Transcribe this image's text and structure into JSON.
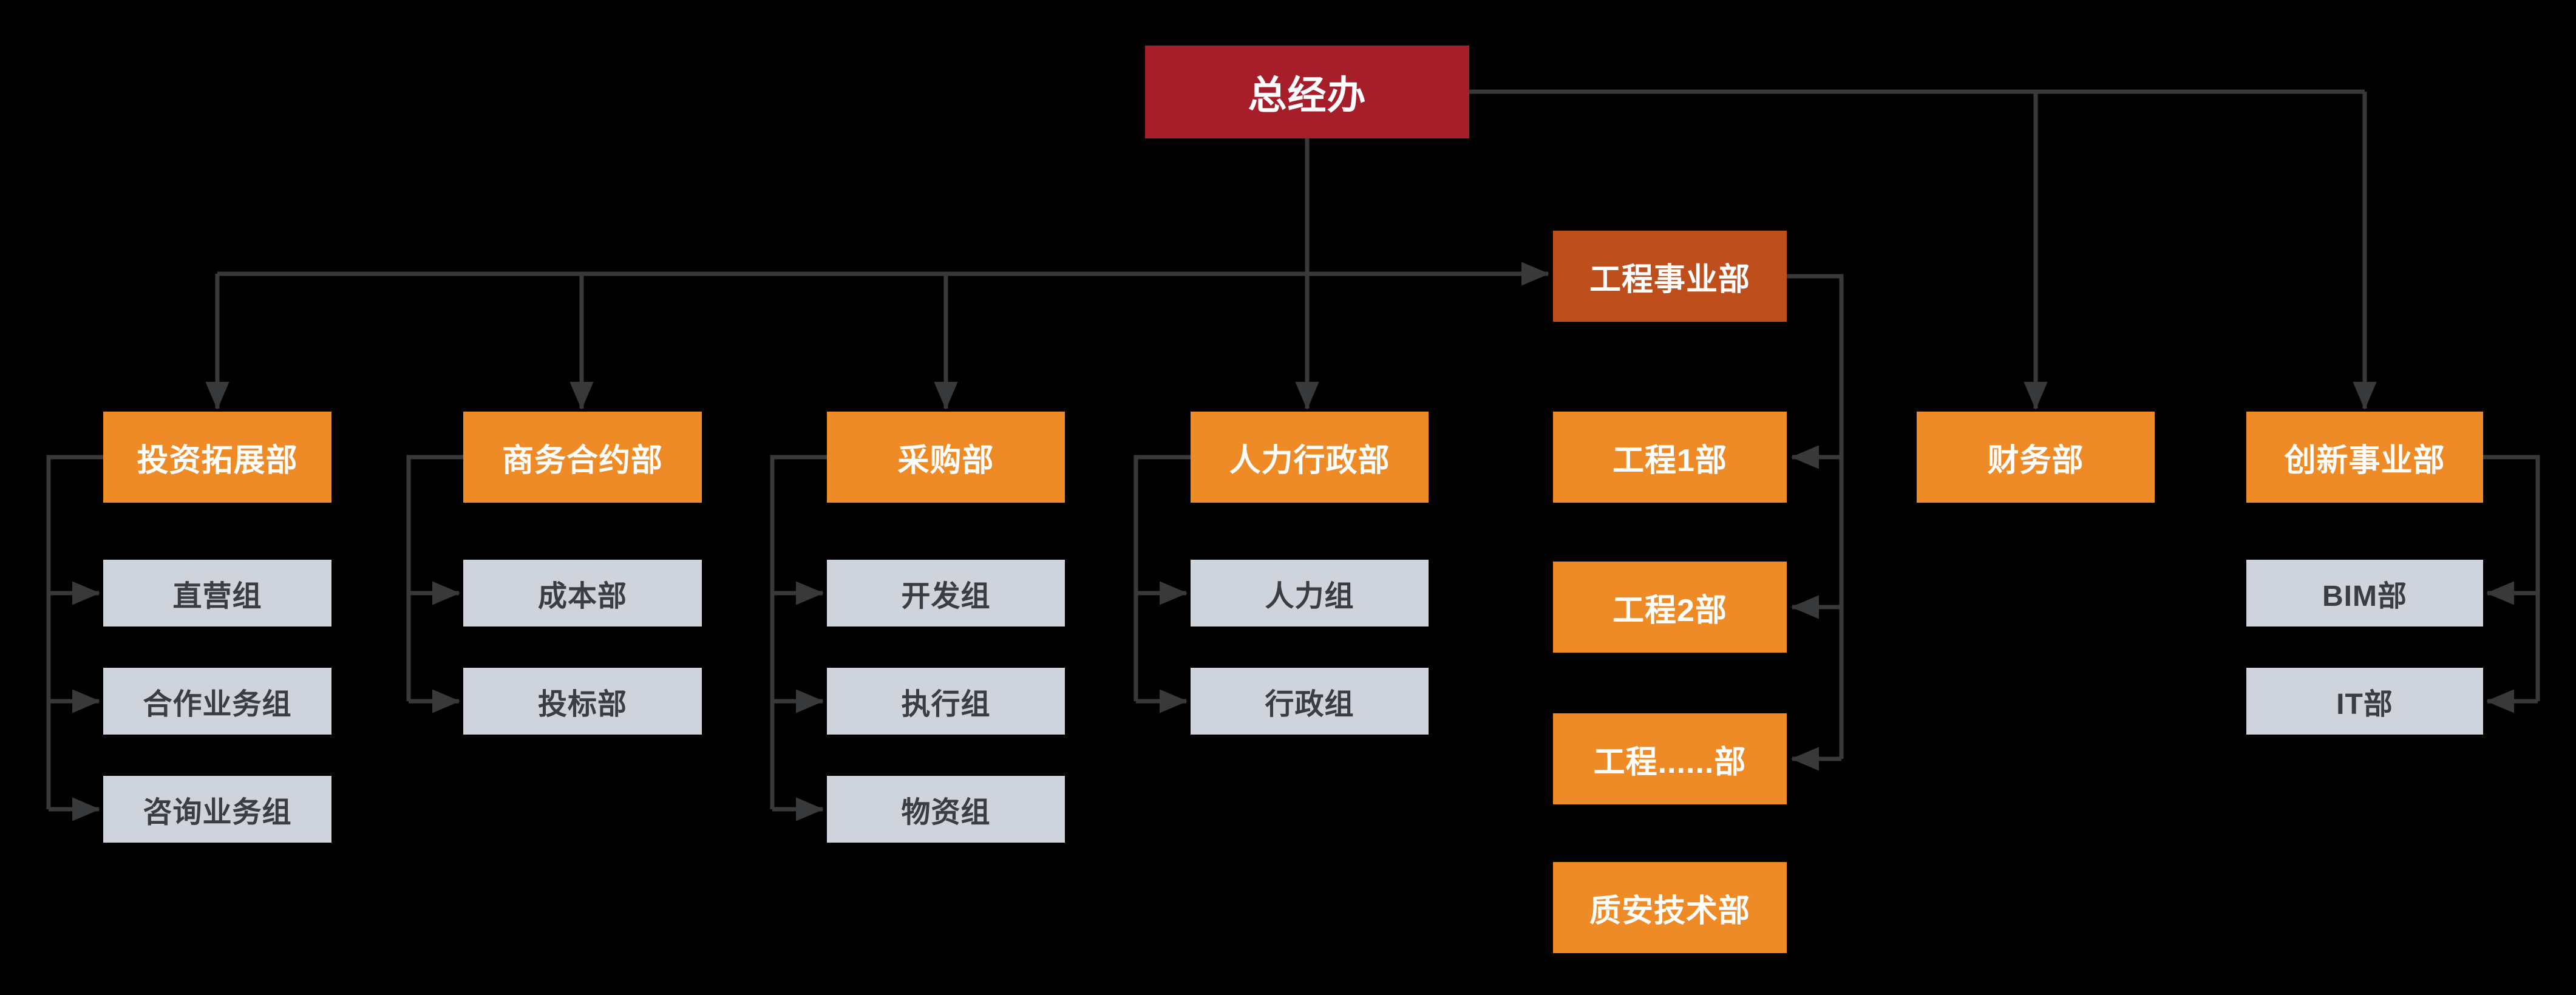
{
  "chart": {
    "type": "org-chart",
    "root": "总经办",
    "division": "工程事业部",
    "division_children": [
      "工程1部",
      "工程2部",
      "工程......部",
      "质安技术部"
    ],
    "departments": [
      {
        "label": "投资拓展部",
        "children": [
          "直营组",
          "合作业务组",
          "咨询业务组"
        ]
      },
      {
        "label": "商务合约部",
        "children": [
          "成本部",
          "投标部"
        ]
      },
      {
        "label": "采购部",
        "children": [
          "开发组",
          "执行组",
          "物资组"
        ]
      },
      {
        "label": "人力行政部",
        "children": [
          "人力组",
          "行政组"
        ]
      },
      {
        "label": "财务部",
        "children": []
      },
      {
        "label": "创新事业部",
        "children": [
          "BIM部",
          "IT部"
        ]
      }
    ],
    "colors": {
      "background": "#000000",
      "root_box": "#A71E2B",
      "division_box": "#BF4E1D",
      "department_box": "#EE8B27",
      "group_box": "#CED3DC",
      "box_text_on_color": "#FFFFFF",
      "group_text": "#3A3D41",
      "connector_line": "#37393B"
    }
  }
}
